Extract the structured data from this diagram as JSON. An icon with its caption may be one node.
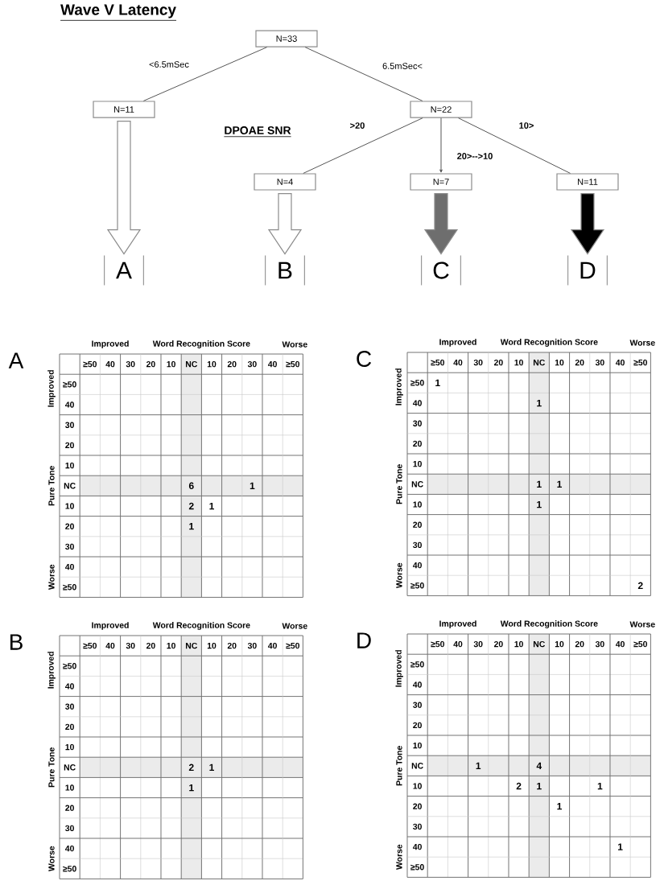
{
  "diagram": {
    "title": "Wave V Latency",
    "nodes": [
      {
        "text": [
          "N=33"
        ]
      },
      {
        "text": [
          "N=11"
        ]
      },
      {
        "text": [
          "N=22"
        ]
      },
      {
        "text": [
          "N=4"
        ]
      },
      {
        "text": [
          "N=7"
        ]
      },
      {
        "text": [
          "N=11"
        ]
      },
      {
        "text": [
          "A"
        ]
      },
      {
        "text": [
          "B"
        ]
      },
      {
        "text": [
          "C"
        ]
      },
      {
        "text": [
          "D"
        ]
      }
    ],
    "edges": [
      {
        "from": 0,
        "to": 1,
        "arrow": "none",
        "label": "<6.5mSec"
      },
      {
        "from": 0,
        "to": 2,
        "arrow": "none",
        "label": "6.5mSec<"
      },
      {
        "from": 2,
        "to": 3,
        "arrow": "none",
        "label": ">20"
      },
      {
        "from": 2,
        "to": 4,
        "arrow": "to",
        "label": "20>-->10"
      },
      {
        "from": 2,
        "to": 5,
        "arrow": "none",
        "label": "10>"
      },
      {
        "from": 1,
        "to": 6,
        "arrow": "to",
        "style": "thick",
        "color": "#ffffff"
      },
      {
        "from": 3,
        "to": 7,
        "arrow": "to",
        "style": "thick",
        "color": "#ffffff"
      },
      {
        "from": 4,
        "to": 8,
        "arrow": "to",
        "style": "thick",
        "color": "#6e6e6e"
      },
      {
        "from": 5,
        "to": 9,
        "arrow": "to",
        "style": "thick",
        "color": "#000000"
      }
    ],
    "labels": [
      "DPOAE SNR",
      "A",
      "Improved",
      "Word Recognition Score",
      "Worse",
      "≥50",
      "40",
      "30",
      "20",
      "10",
      "NC",
      "10",
      "20",
      "30",
      "40",
      "≥50",
      "Improved",
      "Pure Tone",
      "Worse",
      "≥50",
      "40",
      "30",
      "20",
      "10",
      "NC",
      "10",
      "20",
      "30",
      "40",
      "≥50",
      "6",
      "1",
      "2",
      "1",
      "1",
      "C",
      "Improved",
      "Word Recognition Score",
      "Worse",
      "≥50",
      "40",
      "30",
      "20",
      "10",
      "NC",
      "10",
      "20",
      "30",
      "40",
      "≥50",
      "Improved",
      "Pure Tone",
      "Worse",
      "≥50",
      "40",
      "30",
      "20",
      "10",
      "NC",
      "10",
      "20",
      "30",
      "40",
      "≥50",
      "1",
      "1",
      "1",
      "1",
      "1",
      "2",
      "B",
      "Improved",
      "Word Recognition Score",
      "Worse",
      "≥50",
      "40",
      "30",
      "20",
      "10",
      "NC",
      "10",
      "20",
      "30",
      "40",
      "≥50",
      "Improved",
      "Pure Tone",
      "Worse",
      "≥50",
      "40",
      "30",
      "20",
      "10",
      "NC",
      "10",
      "20",
      "30",
      "40",
      "≥50",
      "2",
      "1",
      "1",
      "D",
      "Improved",
      "Word Recognition Score",
      "Worse",
      "≥50",
      "40",
      "30",
      "20",
      "10",
      "NC",
      "10",
      "20",
      "30",
      "40",
      "≥50",
      "Improved",
      "Pure Tone",
      "Worse",
      "≥50",
      "40",
      "30",
      "20",
      "10",
      "NC",
      "10",
      "20",
      "30",
      "40",
      "≥50",
      "1",
      "4",
      "2",
      "1",
      "1",
      "1",
      "1"
    ]
  }
}
